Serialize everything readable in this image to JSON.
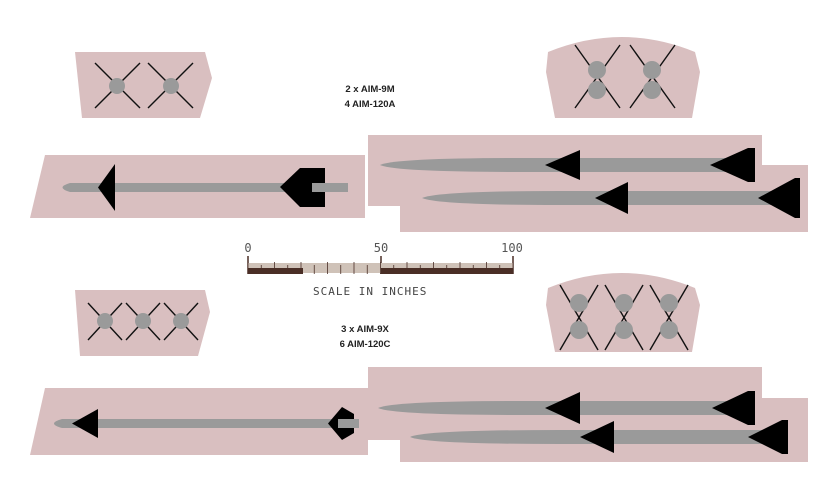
{
  "colors": {
    "panel": "#d9bfc0",
    "missile": "#9a9a9a",
    "fin": "#000000",
    "crossline": "#111111",
    "ruler_dark": "#4a2e26",
    "ruler_light": "#cfc2b8"
  },
  "configurations": [
    {
      "id": "config-1",
      "caption_line1": "2 x AIM-9M",
      "caption_line2": "4 AIM-120A"
    },
    {
      "id": "config-2",
      "caption_line1": "3 x AIM-9X",
      "caption_line2": "6 AIM-120C"
    }
  ],
  "scale": {
    "tick_labels": [
      "0",
      "50",
      "100"
    ],
    "label": "SCALE IN INCHES"
  }
}
